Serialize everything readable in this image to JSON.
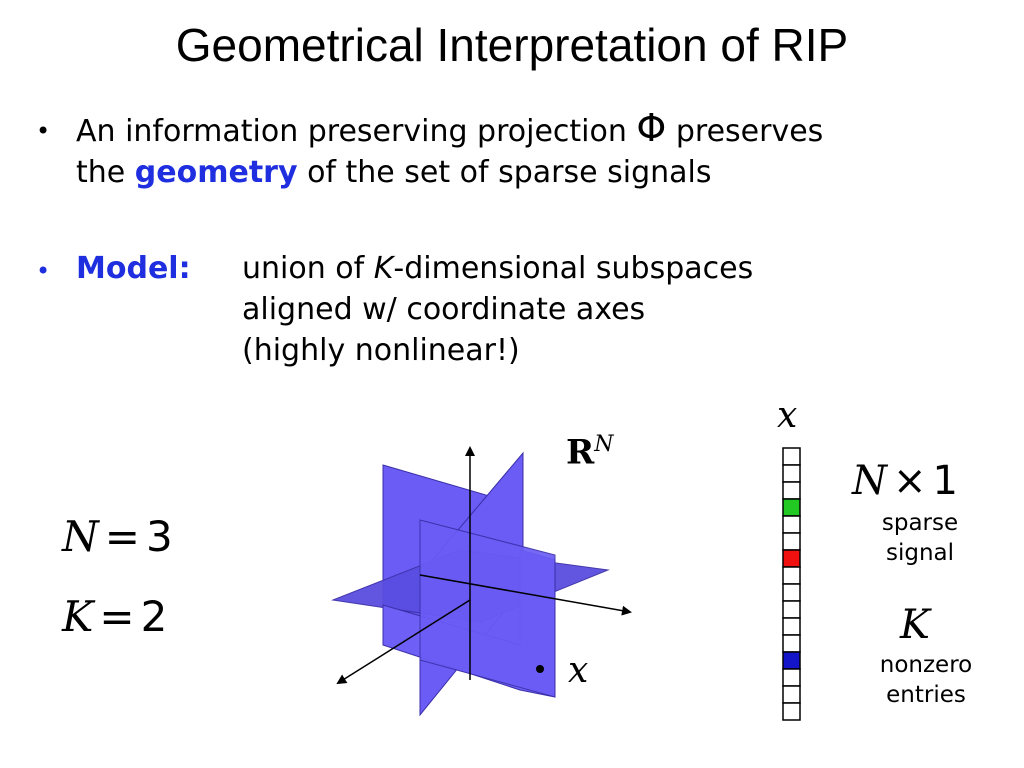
{
  "title": "Geometrical Interpretation of RIP",
  "bullet1": {
    "line1_a": "An information preserving projection",
    "phi": "Φ",
    "line1_b": "preserves",
    "line2_a": "the",
    "geometry": "geometry",
    "line2_b": "of the set of sparse signals"
  },
  "bullet2": {
    "label": "Model:",
    "line1_a": "union of",
    "K": "K",
    "line1_b": "-dimensional subspaces",
    "line2": "aligned w/ coordinate axes",
    "line3": "(highly nonlinear!)"
  },
  "left_eq": {
    "N_var": "N",
    "N_val": "3",
    "K_var": "K",
    "K_val": "2",
    "equals": "="
  },
  "diagram": {
    "space_label_base": "R",
    "space_label_sup": "N",
    "point_label": "x",
    "plane_color": "#6a5cf5",
    "plane_dark": "#4e43c9"
  },
  "vector": {
    "label": "x",
    "entries": [
      "empty",
      "empty",
      "empty",
      "green",
      "empty",
      "empty",
      "red",
      "empty",
      "empty",
      "empty",
      "empty",
      "empty",
      "blue",
      "empty",
      "empty",
      "empty"
    ],
    "colors": {
      "green": "#22c922",
      "red": "#f01010",
      "blue": "#1414c8",
      "empty": "#ffffff"
    }
  },
  "right_labels": {
    "dim_N": "N",
    "dim_times": "×",
    "dim_1": "1",
    "sparse": "sparse",
    "signal": "signal",
    "K": "K",
    "nonzero": "nonzero",
    "entries": "entries"
  }
}
